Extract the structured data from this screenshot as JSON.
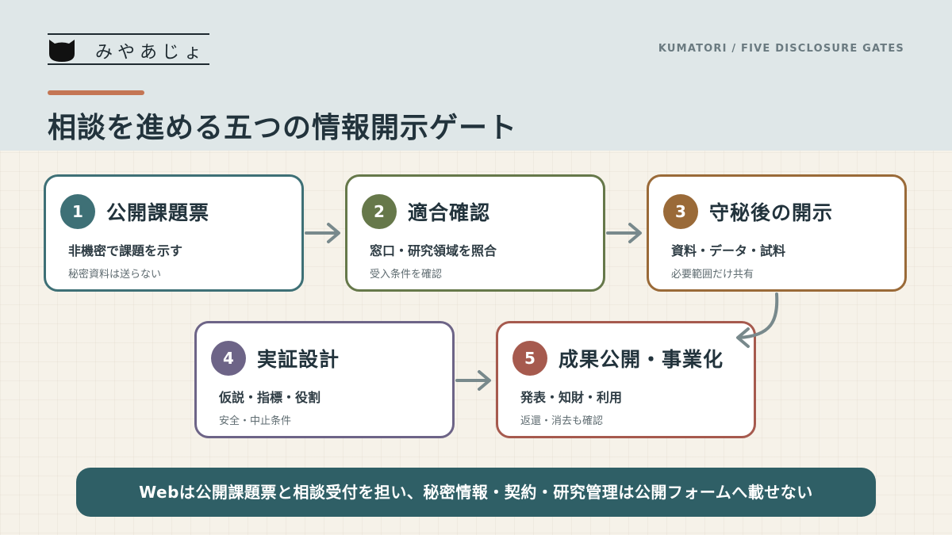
{
  "brand": {
    "name": "みやあじょ",
    "icon": "cat-icon"
  },
  "subtitle": "KUMATORI / FIVE DISCLOSURE GATES",
  "title": "相談を進める五つの情報開示ゲート",
  "colors": {
    "accent": "#c47654",
    "gate1": "#3e7076",
    "gate2": "#66784a",
    "gate3": "#9a6a38",
    "gate4": "#6d6487",
    "gate5": "#a65a4e",
    "footer": "#2f5f66",
    "arrow": "#78898c"
  },
  "gates": [
    {
      "number": "1",
      "title": "公開課題票",
      "main": "非機密で課題を示す",
      "sub": "秘密資料は送らない"
    },
    {
      "number": "2",
      "title": "適合確認",
      "main": "窓口・研究領域を照合",
      "sub": "受入条件を確認"
    },
    {
      "number": "3",
      "title": "守秘後の開示",
      "main": "資料・データ・試料",
      "sub": "必要範囲だけ共有"
    },
    {
      "number": "4",
      "title": "実証設計",
      "main": "仮説・指標・役割",
      "sub": "安全・中止条件"
    },
    {
      "number": "5",
      "title": "成果公開・事業化",
      "main": "発表・知財・利用",
      "sub": "返還・消去も確認"
    }
  ],
  "footer": "Webは公開課題票と相談受付を担い、秘密情報・契約・研究管理は公開フォームへ載せない"
}
